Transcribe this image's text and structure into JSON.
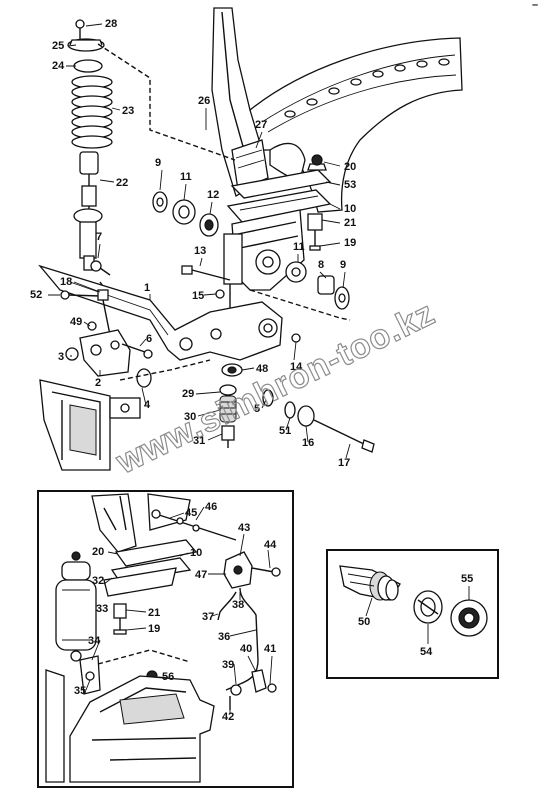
{
  "corner_mark": "–",
  "watermark": "www.simhron-too.kz",
  "main_labels": [
    "28",
    "25",
    "24",
    "23",
    "22",
    "9",
    "11",
    "12",
    "26",
    "27",
    "20",
    "53",
    "10",
    "21",
    "19",
    "13",
    "15",
    "8",
    "11",
    "9",
    "7",
    "18",
    "1",
    "52",
    "49",
    "3",
    "6",
    "2",
    "4",
    "14",
    "48",
    "29",
    "30",
    "31",
    "5",
    "51",
    "16",
    "17"
  ],
  "detail_labels": [
    "45",
    "46",
    "43",
    "20",
    "10",
    "44",
    "47",
    "32",
    "21",
    "19",
    "38",
    "37",
    "33",
    "36",
    "34",
    "39",
    "40",
    "41",
    "56",
    "35",
    "42"
  ],
  "inset_labels": [
    "50",
    "54",
    "55"
  ]
}
